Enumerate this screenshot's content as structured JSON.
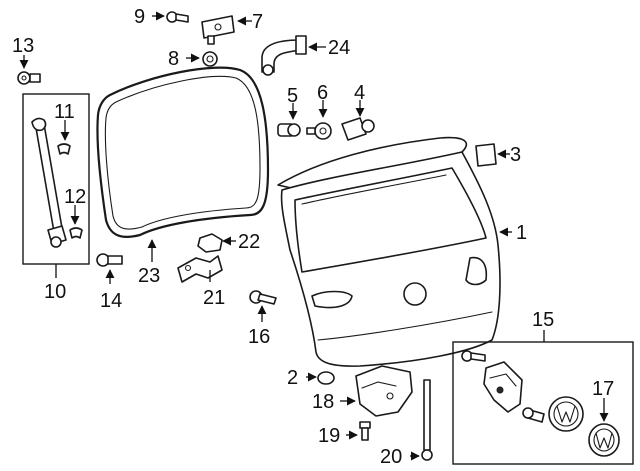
{
  "callouts": [
    "1",
    "2",
    "3",
    "4",
    "5",
    "6",
    "7",
    "8",
    "9",
    "10",
    "11",
    "12",
    "13",
    "14",
    "15",
    "16",
    "17",
    "18",
    "19",
    "20",
    "21",
    "22",
    "23",
    "24"
  ],
  "colors": {
    "line": "#1a1a1a",
    "background": "#ffffff"
  },
  "parts": {
    "liftgate": "liftgate",
    "lower_trim_panel": "panel",
    "gas_strut": "strut",
    "weatherstrip": "weatherstrip",
    "emblem_assembly": "emblem-box"
  }
}
